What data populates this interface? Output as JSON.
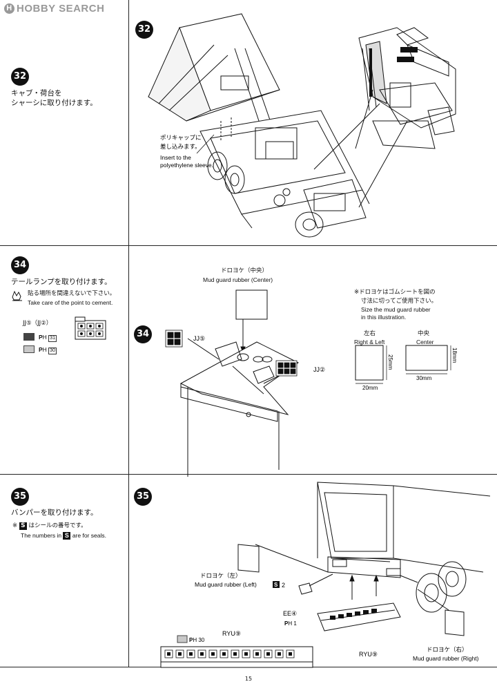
{
  "watermark": "HOBBY SEARCH",
  "page_number": "15",
  "step32": {
    "number": "32",
    "jp_line1": "キャブ・荷台を",
    "jp_line2": "シャーシに取り付けます。",
    "note_jp1": "ポリキャップに",
    "note_jp2": "差し込みます。",
    "note_en1": "Insert to the",
    "note_en2": "polyethylene sleeve."
  },
  "step34": {
    "number": "34",
    "jp_title": "テールランプを取り付けます。",
    "cement_jp": "貼る場所を間違えないで下さい。",
    "cement_en": "Take care of the point to cement.",
    "legend_label": "JJ⑤（JJ②）",
    "legend_items": [
      {
        "color": "#444444",
        "code": "31"
      },
      {
        "color": "#c8c8c8",
        "code": "30"
      }
    ],
    "part_jj5": "JJ⑤",
    "part_jj2": "JJ②",
    "mud_center_jp": "ドロヨケ（中央）",
    "mud_center_en": "Mud guard rubber (Center)",
    "note_jp1": "※ドロヨケはゴムシートを図の",
    "note_jp2": "寸法に切ってご使用下さい。",
    "note_en1": "Size the mud guard rubber",
    "note_en2": "in this illustration.",
    "rl_jp": "左右",
    "rl_en": "Right & Left",
    "center_jp": "中央",
    "center_en": "Center",
    "dim_25": "25mm",
    "dim_20": "20mm",
    "dim_18": "18mm",
    "dim_30": "30mm"
  },
  "step35": {
    "number": "35",
    "jp_title": "バンパーを取り付けます。",
    "seal_jp": "はシールの番号です。",
    "seal_en_a": "The numbers in",
    "seal_en_b": "are for seals.",
    "seal_letter": "S",
    "mud_left_jp": "ドロヨケ（左）",
    "mud_left_en": "Mud guard rubber (Left)",
    "mud_right_jp": "ドロヨケ（右）",
    "mud_right_en": "Mud guard rubber (Right)",
    "seal_2": "2",
    "part_ee4": "EE④",
    "ph1": "1",
    "part_ryu9": "RYU⑨",
    "ph30": "30"
  },
  "icons": [
    "cement-hand-icon",
    "seal-s-icon"
  ]
}
